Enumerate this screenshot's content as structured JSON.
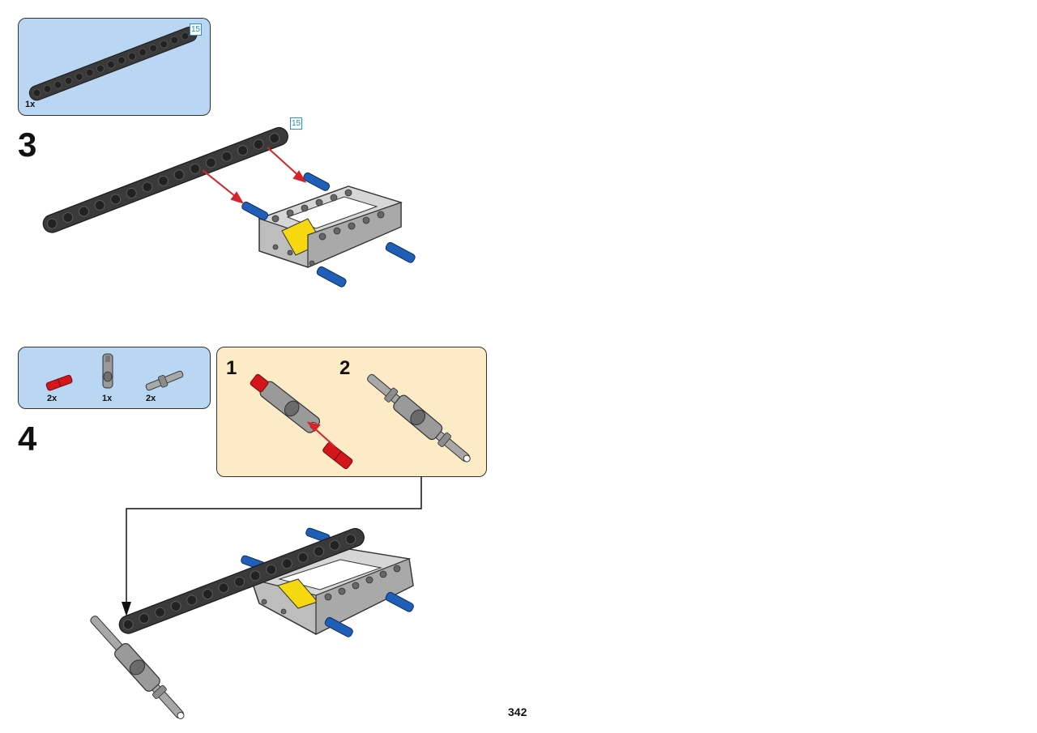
{
  "step3": {
    "number": "3",
    "parts": [
      {
        "qty": "1x",
        "length": "15",
        "part": "beam"
      }
    ],
    "beam_length_label": "15"
  },
  "step4": {
    "number": "4",
    "parts": [
      {
        "qty": "2x",
        "part": "red-axle-pin",
        "color": "#d4161c"
      },
      {
        "qty": "1x",
        "part": "gray-connector",
        "color": "#9a9a9a"
      },
      {
        "qty": "2x",
        "part": "gray-axle-pin",
        "color": "#a8a8a8"
      }
    ],
    "substeps": [
      "1",
      "2"
    ]
  },
  "page_number": "342",
  "colors": {
    "parts_box": "#b9d6f2",
    "substep_box": "#fdebc8",
    "beam": "#3a3a3a",
    "frame": "#c4c4c4",
    "pin_blue": "#1f5fb8",
    "yellow": "#f5d80f",
    "arrow": "#d8232a"
  }
}
